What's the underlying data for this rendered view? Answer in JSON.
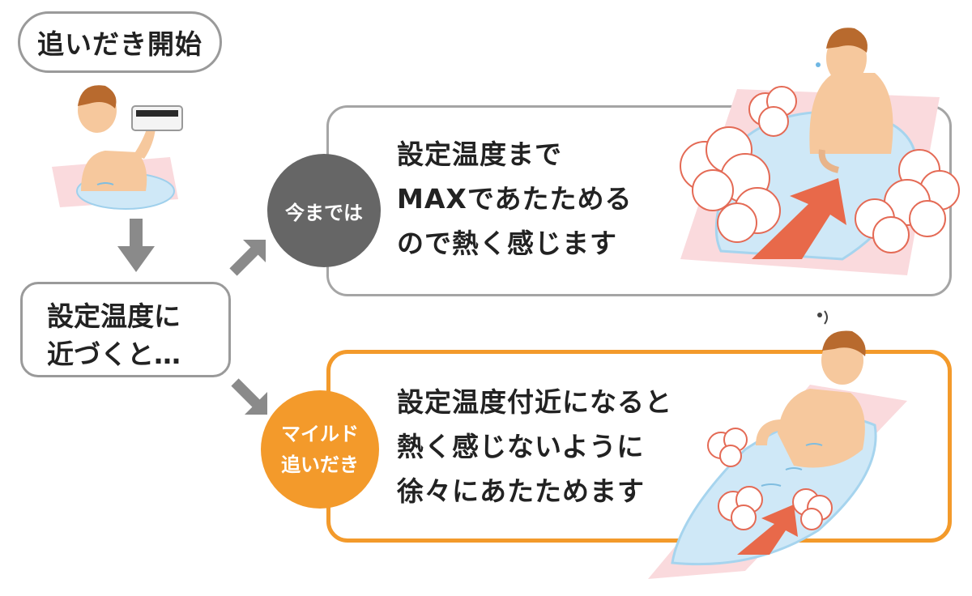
{
  "start_label": "追いだき開始",
  "near_label": [
    "設定温度に",
    "近づくと…"
  ],
  "conventional": {
    "badge": "今までは",
    "text": [
      "設定温度まで",
      "MAXであたためる",
      "ので熱く感じます"
    ]
  },
  "mild": {
    "badge": [
      "マイルド",
      "追いだき"
    ],
    "text": [
      "設定温度付近になると",
      "熱く感じないように",
      "徐々にあたためます"
    ]
  },
  "colors": {
    "accent_orange": "#f39a2b",
    "badge_gray": "#666666",
    "arrow_gray": "#8a8a8a",
    "heat_arrow": "#e8694a",
    "water": "#cfe8f7",
    "tub": "#fadadd",
    "skin": "#f6c89d",
    "hair": "#b86a2e"
  }
}
